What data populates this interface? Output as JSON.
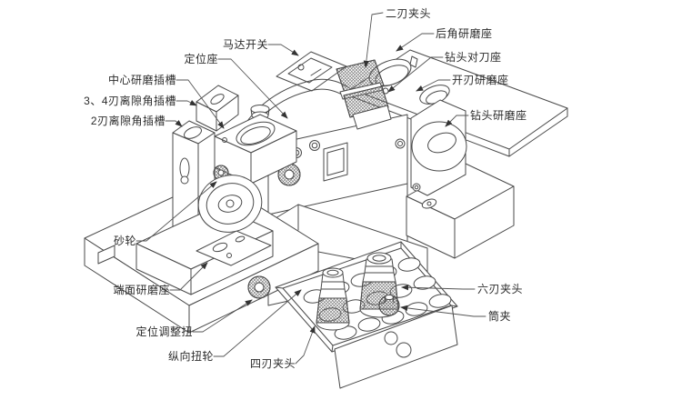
{
  "figure": {
    "kind": "technical-illustration",
    "alt": "钻头研磨机立体线图（带部件标注和抽屉配件）",
    "colors": {
      "background": "#ffffff",
      "line": "#4a4a4a",
      "leader": "#555555",
      "arrow": "#333333",
      "text": "#2b2b2b"
    }
  },
  "labels": [
    {
      "id": "two-flute-chuck",
      "text": "二刃夹头"
    },
    {
      "id": "back-angle-grinding-seat",
      "text": "后角研磨座"
    },
    {
      "id": "drill-alignment-seat",
      "text": "钻头对刀座"
    },
    {
      "id": "edge-opening-grinding-seat",
      "text": "开刃研磨座"
    },
    {
      "id": "drill-grinding-seat",
      "text": "钻头研磨座"
    },
    {
      "id": "six-flute-chuck",
      "text": "六刃夹头"
    },
    {
      "id": "collet",
      "text": "筒夹"
    },
    {
      "id": "motor-switch",
      "text": "马达开关"
    },
    {
      "id": "positioning-seat",
      "text": "定位座"
    },
    {
      "id": "center-grinding-slot",
      "text": "中心研磨插槽"
    },
    {
      "id": "relief-angle-slot-3-4",
      "text": "3、4刃离隙角插槽"
    },
    {
      "id": "relief-angle-slot-2",
      "text": "2刃离隙角插槽"
    },
    {
      "id": "grinding-wheel",
      "text": "砂轮"
    },
    {
      "id": "end-face-grinding-seat",
      "text": "端面研磨座"
    },
    {
      "id": "positioning-adjust-knob",
      "text": "定位调整扭"
    },
    {
      "id": "longitudinal-knob",
      "text": "纵向扭轮"
    },
    {
      "id": "four-flute-chuck",
      "text": "四刃夹头"
    }
  ]
}
